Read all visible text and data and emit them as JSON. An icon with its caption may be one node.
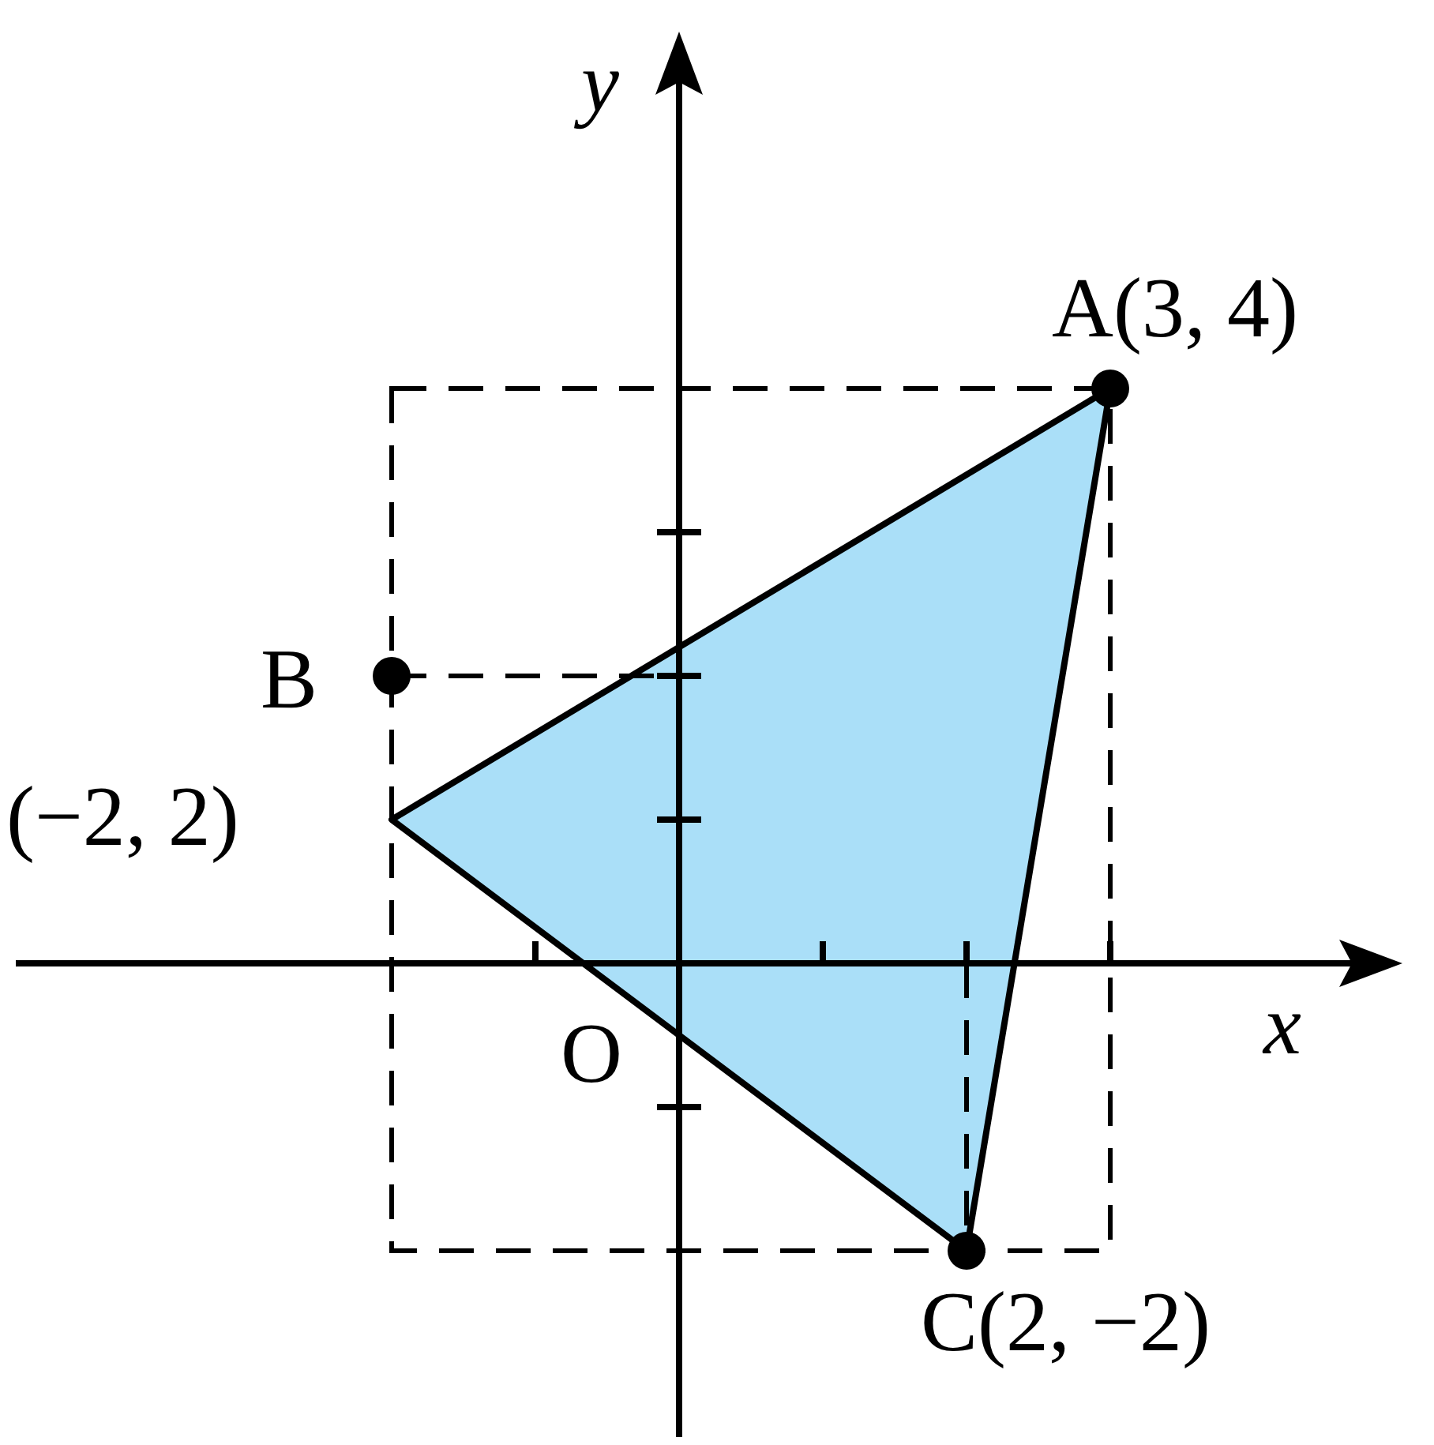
{
  "diagram": {
    "labels": [
      "y",
      "A(3, 4)",
      "B",
      "(−2, 2)",
      "O",
      "x",
      "C(2, −2)"
    ]
  }
}
